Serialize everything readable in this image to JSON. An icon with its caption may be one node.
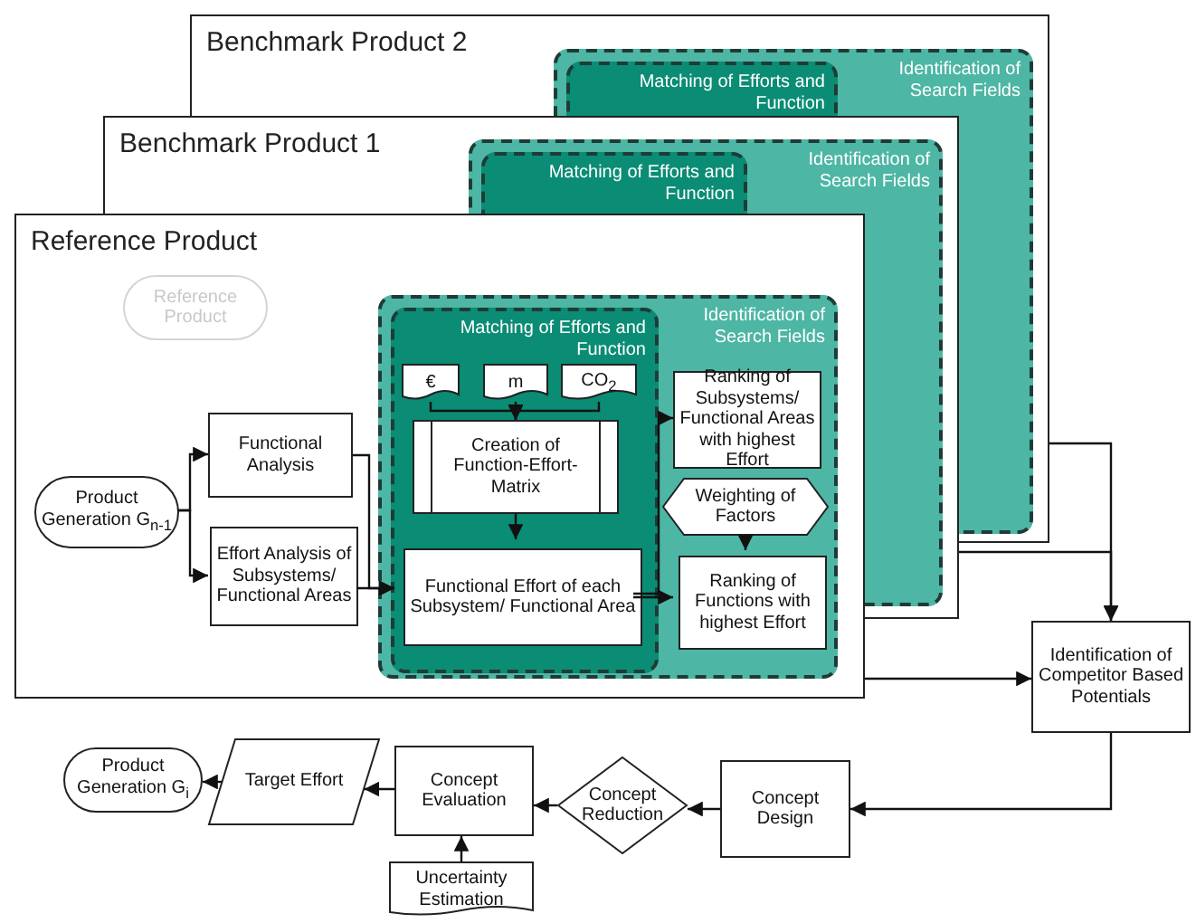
{
  "diagram": {
    "nodes": [
      {
        "text": [
          "Benchmark Product 2"
        ]
      },
      {
        "text": [
          "Identification of Search Fields"
        ],
        "in": 0
      },
      {
        "text": [
          "Matching of Efforts and Function"
        ],
        "in": 1
      },
      {
        "text": [
          "Benchmark Product 1"
        ]
      },
      {
        "text": [
          "Identification of Search Fields"
        ],
        "in": 3
      },
      {
        "text": [
          "Matching of Efforts and Function"
        ],
        "in": 4
      },
      {
        "text": [
          "Reference Product"
        ]
      },
      {
        "text": [
          "Reference Product"
        ]
      },
      {
        "text": [
          "Product Generation G$_{n-1}$"
        ],
        "in": 6
      },
      {
        "text": [
          "Functional Analysis"
        ]
      },
      {
        "text": [
          "Effort Analysis of Subsystems/ Functional Areas"
        ],
        "in": 6
      },
      {
        "text": [
          "Identification of Search Fields"
        ],
        "in": 6
      },
      {
        "text": [
          "Matching of Efforts and Function"
        ],
        "in": 11
      },
      {
        "text": [
          "€"
        ]
      },
      {
        "text": [
          "m"
        ]
      },
      {
        "text": [
          "CO$_{2}$"
        ]
      },
      {
        "text": [
          "Creation of Function-Effort-Matrix"
        ]
      },
      {
        "text": [
          "Functional Effort of each Subsystem/ Functional Area"
        ],
        "in": 12
      },
      {
        "text": [
          "Ranking of Subsystems/ Functional Areas with highest Effort"
        ]
      },
      {
        "text": [
          "Weighting of Factors"
        ]
      },
      {
        "text": [
          "Ranking of Functions with highest Effort"
        ],
        "in": 11
      },
      {
        "text": [
          "Identification of Competitor Based Potentials"
        ]
      },
      {
        "text": [
          "Concept Design"
        ]
      },
      {
        "text": [
          "Concept Reduction"
        ]
      },
      {
        "text": [
          "Concept Evaluation"
        ]
      },
      {
        "text": [
          "Uncertainty Estimation"
        ]
      },
      {
        "text": [
          "Target Effort"
        ]
      },
      {
        "text": [
          "Product Generation G$_{i}$"
        ]
      }
    ],
    "edges": [
      {
        "from": 8,
        "to": 9,
        "arrow": "to"
      },
      {
        "from": 8,
        "to": 10,
        "arrow": "to"
      },
      {
        "from": 9,
        "to": 17,
        "arrow": "to"
      },
      {
        "from": 10,
        "to": 17,
        "arrow": "to"
      },
      {
        "from": 13,
        "to": 16,
        "arrow": "to"
      },
      {
        "from": 14,
        "to": 16,
        "arrow": "to"
      },
      {
        "from": 15,
        "to": 16,
        "arrow": "to"
      },
      {
        "from": 16,
        "to": 17,
        "arrow": "to"
      },
      {
        "from": 17,
        "to": 18,
        "arrow": "to"
      },
      {
        "from": 17,
        "to": 20,
        "arrow": "to"
      },
      {
        "from": 19,
        "to": 20,
        "arrow": "to"
      },
      {
        "from": 0,
        "to": 21,
        "arrow": "to"
      },
      {
        "from": 3,
        "to": 21,
        "arrow": "to"
      },
      {
        "from": 6,
        "to": 21,
        "arrow": "to"
      },
      {
        "from": 21,
        "to": 22,
        "arrow": "to"
      },
      {
        "from": 22,
        "to": 23,
        "arrow": "to"
      },
      {
        "from": 23,
        "to": 24,
        "arrow": "to"
      },
      {
        "from": 25,
        "to": 24,
        "arrow": "to"
      },
      {
        "from": 24,
        "to": 26,
        "arrow": "to"
      },
      {
        "from": 26,
        "to": 27,
        "arrow": "to"
      }
    ]
  }
}
